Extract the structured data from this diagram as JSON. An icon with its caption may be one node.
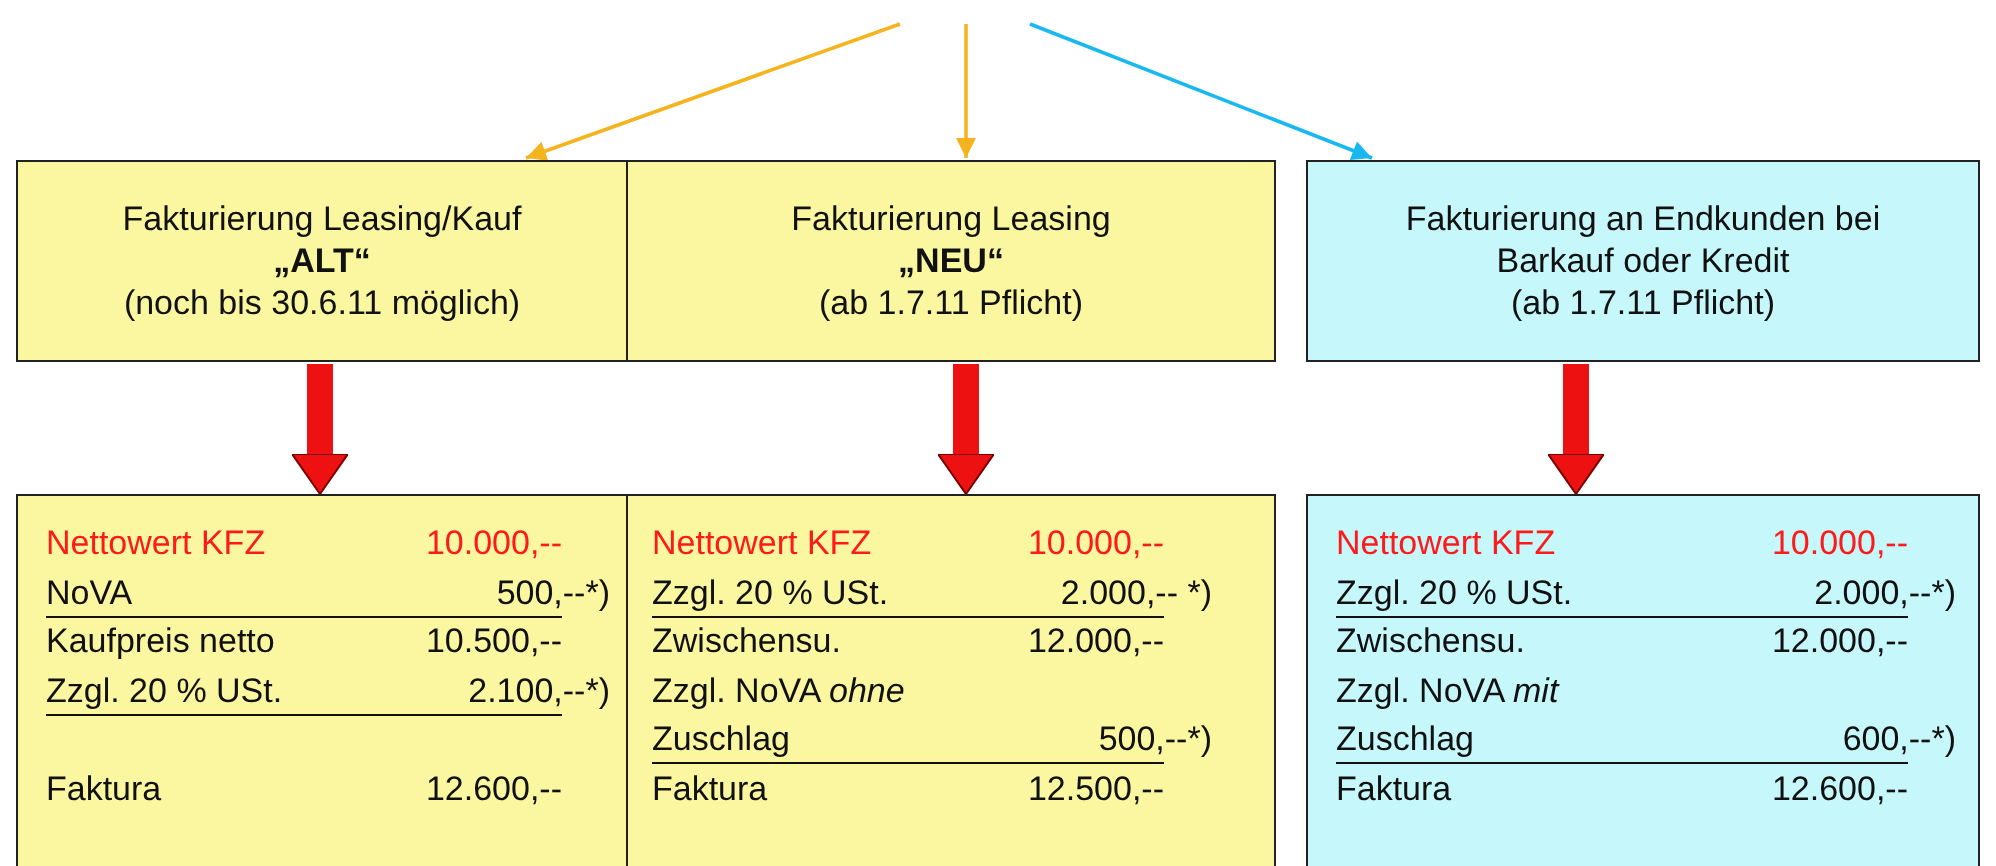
{
  "diagram": {
    "nodes": [
      {
        "text": [
          "Fakturierung Leasing/Kauf",
          "„ALT“",
          "(noch bis 30.6.11 möglich)"
        ]
      },
      {
        "text": [
          "Fakturierung Leasing",
          "„NEU“",
          "(ab 1.7.11 Pflicht)"
        ]
      },
      {
        "text": [
          "Fakturierung an Endkunden bei Barkauf oder Kredit",
          "(ab 1.7.11 Pflicht)"
        ]
      },
      {
        "text": [
          "Nettowert KFZ",
          "10.000,--",
          "NoVA",
          "500,--*)",
          "Kaufpreis netto",
          "10.500,--",
          "Zzgl. 20 % USt.",
          "2.100,--*)",
          "Faktura",
          "12.600,--"
        ]
      },
      {
        "text": [
          "Nettowert KFZ",
          "10.000,--",
          "Zzgl. 20 % USt.",
          "2.000,-- *)",
          "Zwischensu.",
          "12.000,--",
          "Zzgl. NoVA *ohne*",
          "Zuschlag",
          "500,--*)",
          "Faktura",
          "12.500,--"
        ]
      },
      {
        "text": [
          "Nettowert KFZ",
          "10.000,--",
          "Zzgl. 20 % USt.",
          "2.000,--*)",
          "Zwischensu.",
          "12.000,--",
          "Zzgl. NoVA *mit*",
          "Zuschlag",
          "600,--*)",
          "Faktura",
          "12.600,--"
        ]
      }
    ],
    "edges": [
      {
        "from": null,
        "to": 0,
        "arrow": "to",
        "color": "#f5b41e"
      },
      {
        "from": null,
        "to": 1,
        "arrow": "to",
        "color": "#f5b41e"
      },
      {
        "from": null,
        "to": 2,
        "arrow": "to",
        "color": "#1ab8f0"
      },
      {
        "from": 0,
        "to": 3,
        "arrow": "to",
        "style": "thick",
        "color": "#ee1111"
      },
      {
        "from": 1,
        "to": 4,
        "arrow": "to",
        "style": "thick",
        "color": "#ee1111"
      },
      {
        "from": 2,
        "to": 5,
        "arrow": "to",
        "style": "thick",
        "color": "#ee1111"
      }
    ]
  }
}
